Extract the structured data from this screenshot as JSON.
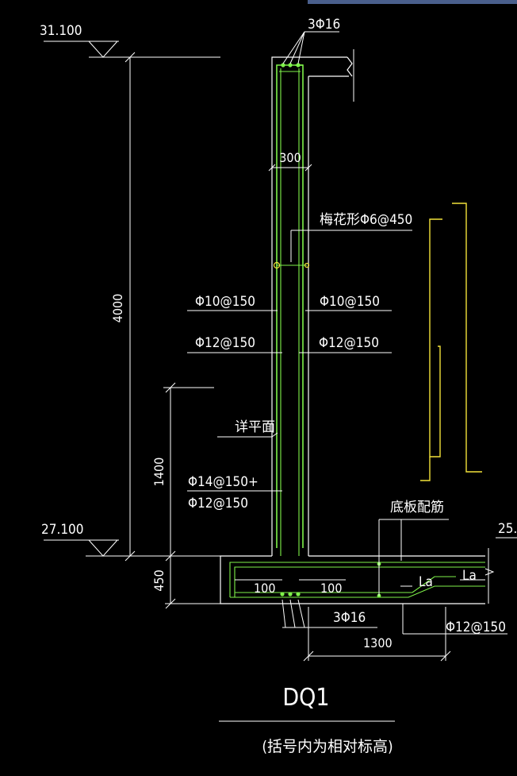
{
  "levels": {
    "top": "31.100",
    "mid": "27.100",
    "right": "25."
  },
  "dimensions": {
    "total_height": "4000",
    "lower_height": "1400",
    "base_thickness": "450",
    "wall_thickness": "300",
    "base_left": "100",
    "base_right": "100",
    "base_length": "1300"
  },
  "rebar_labels": {
    "top_bars": "3Φ16",
    "tie_bars": "梅花形Φ6@450",
    "left_outer": "Φ10@150",
    "right_outer": "Φ10@150",
    "left_inner": "Φ12@150",
    "right_inner": "Φ12@150",
    "plan_ref": "详平面",
    "extra_line1": "Φ14@150+",
    "extra_line2": "Φ12@150",
    "base_rebar": "底板配筋",
    "la_left": "La",
    "la_right": "La",
    "bottom_bars": "3Φ16",
    "bottom_right": "Φ12@150"
  },
  "title": "DQ1",
  "note": "(括号内为相对标高)",
  "colors": {
    "background": "#000000",
    "lines": "#ffffff",
    "rebar": "#7ff24a",
    "adjacent": "#f2e23a",
    "top_bar": "#4a5f8c"
  }
}
